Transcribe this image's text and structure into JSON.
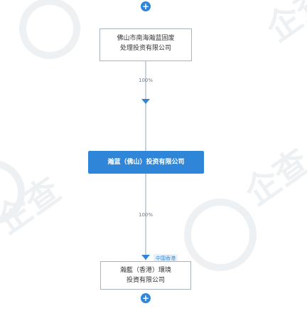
{
  "nodes": {
    "top": {
      "line1": "佛山市南海瀚蓝固废",
      "line2": "处理投资有限公司"
    },
    "middle": {
      "label": "瀚蓝（佛山）投资有限公司"
    },
    "bottom": {
      "line1": "瀚藍（香港）環境",
      "line2": "投資有限公司",
      "region_tag": "中国香港"
    }
  },
  "edges": [
    {
      "percent": "100%"
    },
    {
      "percent": "100%"
    }
  ],
  "colors": {
    "accent": "#2f86d8",
    "line": "#c9d3df",
    "border": "#a8b4c2"
  }
}
